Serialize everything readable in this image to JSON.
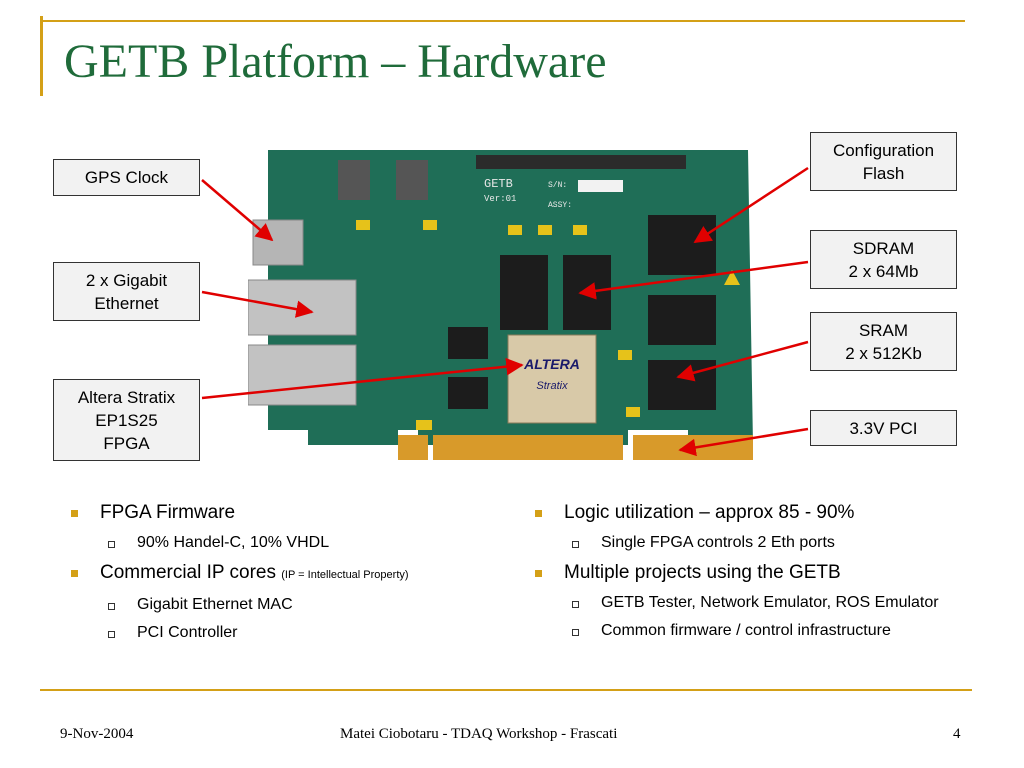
{
  "slide": {
    "title": "GETB Platform – Hardware",
    "callouts": {
      "gps": "GPS Clock",
      "eth_1": "2 x Gigabit",
      "eth_2": "Ethernet",
      "altera_1": "Altera Stratix",
      "altera_2": "EP1S25",
      "altera_3": "FPGA",
      "config_1": "Configuration",
      "config_2": "Flash",
      "sdram_1": "SDRAM",
      "sdram_2": "2 x 64Mb",
      "sram_1": "SRAM",
      "sram_2": "2 x 512Kb",
      "pci": "3.3V  PCI"
    },
    "board_labels": {
      "getb": "GETB",
      "ver": "Ver:01",
      "sn": "S/N:",
      "assy": "ASSY:",
      "altera": "ALTERA",
      "stratix": "Stratix"
    },
    "left_bullets": {
      "b1": "FPGA Firmware",
      "b1_sub1": "90% Handel-C,  10% VHDL",
      "b2": "Commercial IP cores",
      "b2_note": "(IP = Intellectual Property)",
      "b2_sub1": "Gigabit Ethernet MAC",
      "b2_sub2": "PCI Controller"
    },
    "right_bullets": {
      "b1": "Logic utilization – approx 85 - 90%",
      "b1_sub1": "Single FPGA controls 2 Eth ports",
      "b2": "Multiple projects using the GETB",
      "b2_sub1": "GETB Tester, Network Emulator, ROS Emulator",
      "b2_sub2": "Common firmware / control infrastructure"
    },
    "footer": {
      "date": "9-Nov-2004",
      "center": "Matei Ciobotaru - TDAQ Workshop - Frascati",
      "page": "4"
    },
    "colors": {
      "title": "#1f6b3a",
      "accent": "#d4a017",
      "arrow": "#e00000",
      "pcb": "#1f6e57",
      "gold": "#d89a2a"
    }
  }
}
